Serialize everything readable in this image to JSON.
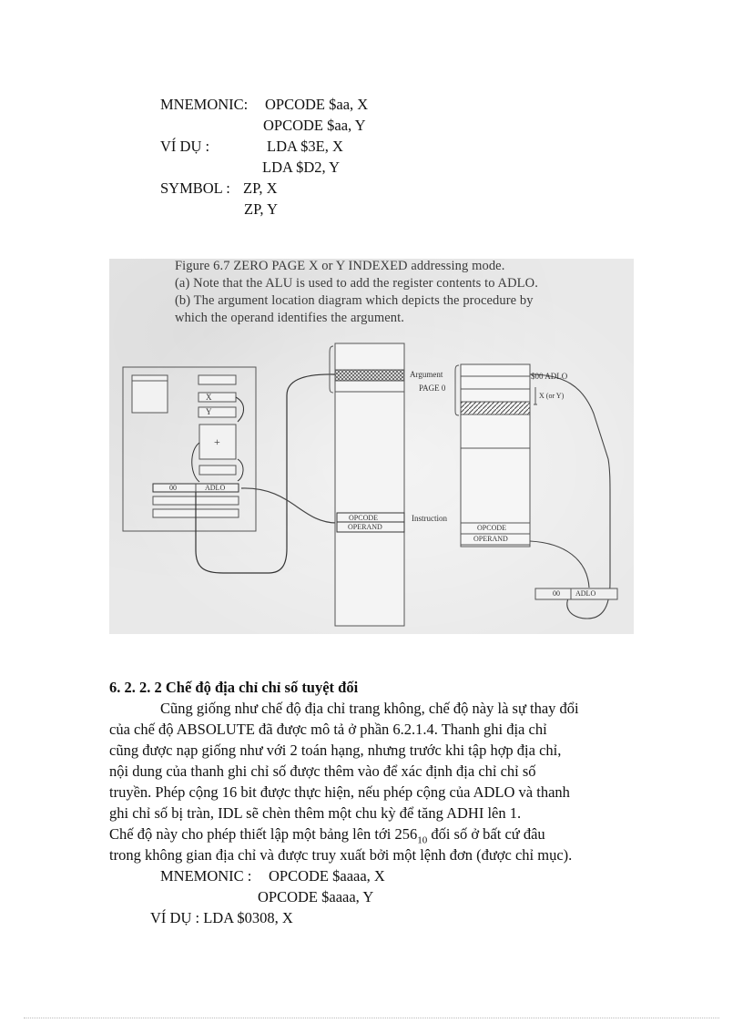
{
  "top_block": {
    "mnemonic_label": "MNEMONIC:",
    "mnemonic_1": "OPCODE $aa, X",
    "mnemonic_2": "OPCODE $aa, Y",
    "example_label": "VÍ DỤ :",
    "example_1": "LDA $3E, X",
    "example_2": "LDA $D2, Y",
    "symbol_label": "SYMBOL :",
    "symbol_1": "ZP, X",
    "symbol_2": "ZP, Y"
  },
  "figure": {
    "caption_line1": "Figure 6.7    ZERO PAGE X or Y INDEXED addressing mode.",
    "caption_line2": "(a) Note that the ALU is used to add the register contents to ADLO.",
    "caption_line3": "(b) The argument location diagram which depicts the procedure by",
    "caption_line4": "which the operand identifies the argument.",
    "cpu": {
      "reg_x": "X",
      "reg_y": "Y",
      "alu": "+",
      "addr_hi": "00",
      "addr_lo": "ADLO"
    },
    "memory_a": {
      "argument_label": "Argument",
      "opcode": "OPCODE",
      "operand": "OPERAND",
      "instruction_label": "Instruction"
    },
    "memory_b": {
      "page0_label": "PAGE 0",
      "base_label": "$00 ADLO",
      "offset_label": "X (or Y)",
      "opcode": "OPCODE",
      "operand": "OPERAND",
      "addr_hi": "00",
      "addr_lo": "ADLO"
    }
  },
  "section": {
    "heading": "6. 2. 2. 2 Chế độ địa chỉ chỉ số tuyệt đối",
    "p1_line1": "Cũng giống như chế độ địa chỉ trang không, chế độ này là sự thay đổi",
    "p1_line2": "của chế độ ABSOLUTE đã được mô tả ở phần 6.2.1.4. Thanh ghi địa chỉ",
    "p1_line3": "cũng được nạp giống như với 2 toán hạng, nhưng trước khi tập hợp địa chỉ,",
    "p1_line4": "nội dung của thanh ghi chỉ số được thêm vào để xác định địa chỉ chỉ số",
    "p1_line5": "truyền. Phép cộng 16 bit được thực hiện, nếu phép cộng của ADLO và thanh",
    "p1_line6": "ghi chỉ số bị tràn, IDL sẽ chèn thêm một chu kỳ để tăng ADHI lên 1.",
    "p2_line1_a": "Chế độ này cho phép thiết lập một bảng lên tới 256",
    "p2_line1_sub": "10",
    "p2_line1_b": " đối số ở bất cứ đâu",
    "p2_line2": "trong không gian địa chỉ và được truy xuất bởi một lệnh đơn (được chỉ mục).",
    "mnemonic_label": "MNEMONIC :",
    "mnemonic_1": "OPCODE $aaaa, X",
    "mnemonic_2": "OPCODE $aaaa, Y",
    "example": "VÍ DỤ : LDA $0308, X"
  }
}
